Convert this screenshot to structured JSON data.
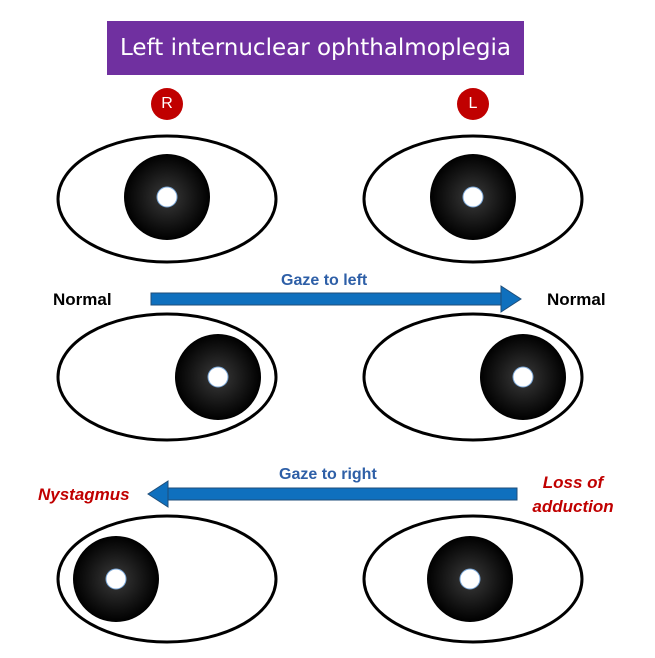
{
  "title": "Left internuclear ophthalmoplegia",
  "eye_labels": {
    "right": "R",
    "left": "L"
  },
  "rows": [
    {
      "left_text": "Normal",
      "right_text": "Normal",
      "arrow_label": "Gaze to left"
    },
    {
      "left_text": "Nystagmus",
      "right_text_line1": "Loss of",
      "right_text_line2": "adduction",
      "arrow_label": "Gaze to right"
    }
  ],
  "colors": {
    "title_bg": "#7030a0",
    "badge": "#c00000",
    "arrow": "#0f70be",
    "annotation_red": "#c00000",
    "arrow_text": "#2e5fa7"
  }
}
